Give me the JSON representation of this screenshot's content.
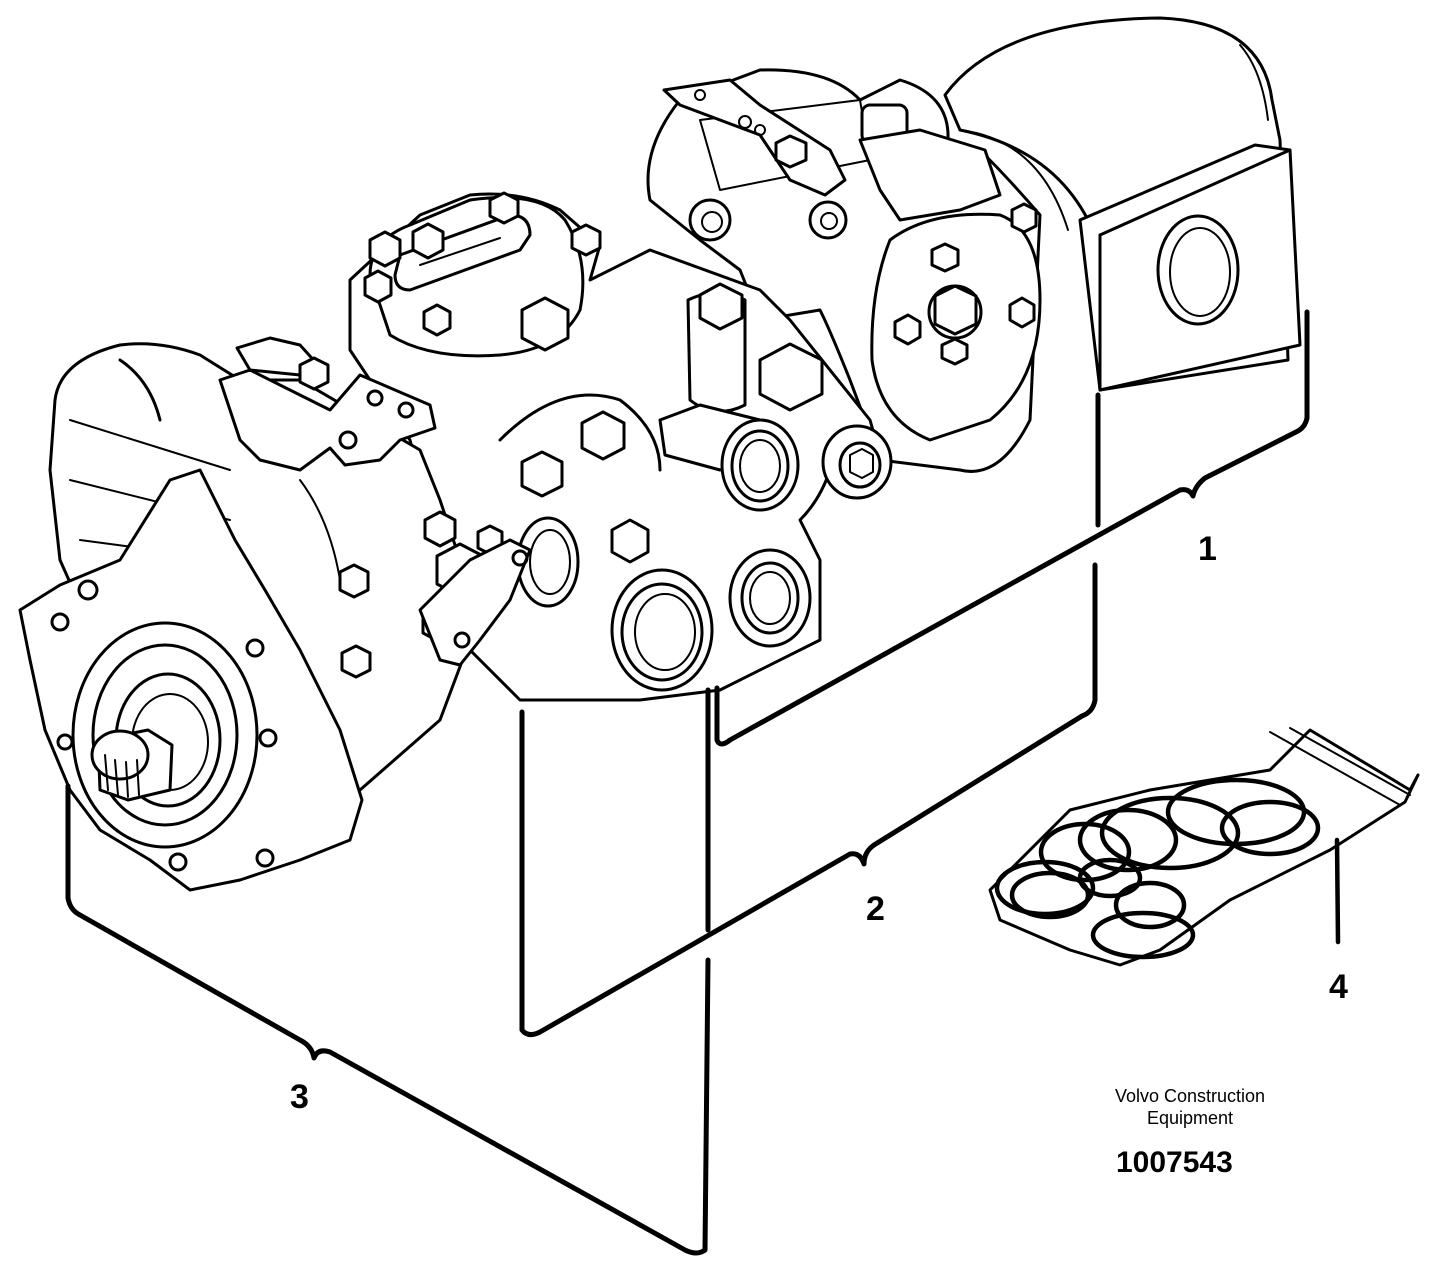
{
  "callouts": {
    "c1": "1",
    "c2": "2",
    "c3": "3",
    "c4": "4"
  },
  "footer": {
    "brand_line1": "Volvo Construction",
    "brand_line2": "Equipment",
    "drawing_number": "1007543"
  },
  "colors": {
    "line": "#000000",
    "background": "#ffffff"
  }
}
